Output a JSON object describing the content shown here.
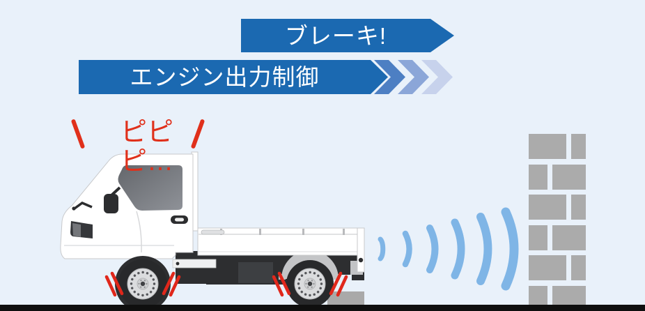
{
  "scene": {
    "background_color": "#e9f1fa",
    "ground_color": "#0f0f0f"
  },
  "banners": {
    "brake": {
      "label": "ブレーキ!",
      "color": "#1b69b1",
      "text_color": "#ffffff"
    },
    "engine_control": {
      "label": "エンジン出力制御",
      "color": "#1b69b1",
      "text_color": "#ffffff"
    },
    "chevron_colors": [
      "#4d7fc3",
      "#8ba6d8",
      "#c7d2ec"
    ]
  },
  "alert": {
    "beep_text": "ピピピ…",
    "color": "#e0301b"
  },
  "illustration": {
    "truck": "white-kei-truck-side-view",
    "sonar": "rear-sonar-wave-arcs",
    "obstacle": "gray-brick-wall",
    "curb": "gray-concrete-block",
    "wave_color": "#7fb5e6",
    "wall_color": "#ababab",
    "curb_color": "#a9a9a9",
    "skid_mark_color": "#e0271b"
  }
}
